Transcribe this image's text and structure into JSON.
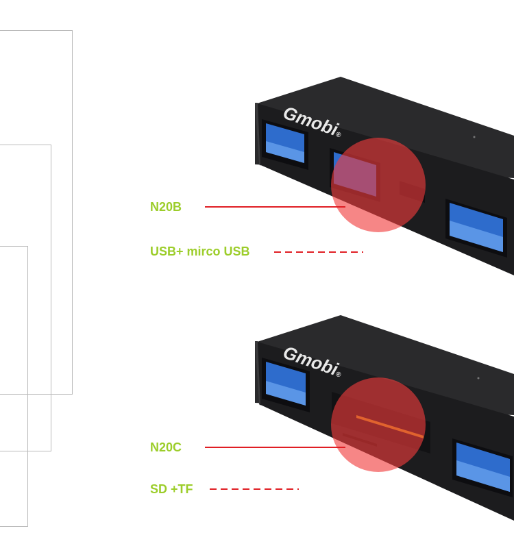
{
  "brand": {
    "logo_text": "Gmobi",
    "registered_mark": "®"
  },
  "models": [
    {
      "model": "N20B",
      "ports": "USB+ mirco USB"
    },
    {
      "model": "N20C",
      "ports": "SD +TF"
    }
  ],
  "colors": {
    "label": "#9ccd2a",
    "callout_line": "#e01e24",
    "highlight": "#f03c3c",
    "device_body": "#1e1e20",
    "usb_port": "#2f6fd0"
  }
}
